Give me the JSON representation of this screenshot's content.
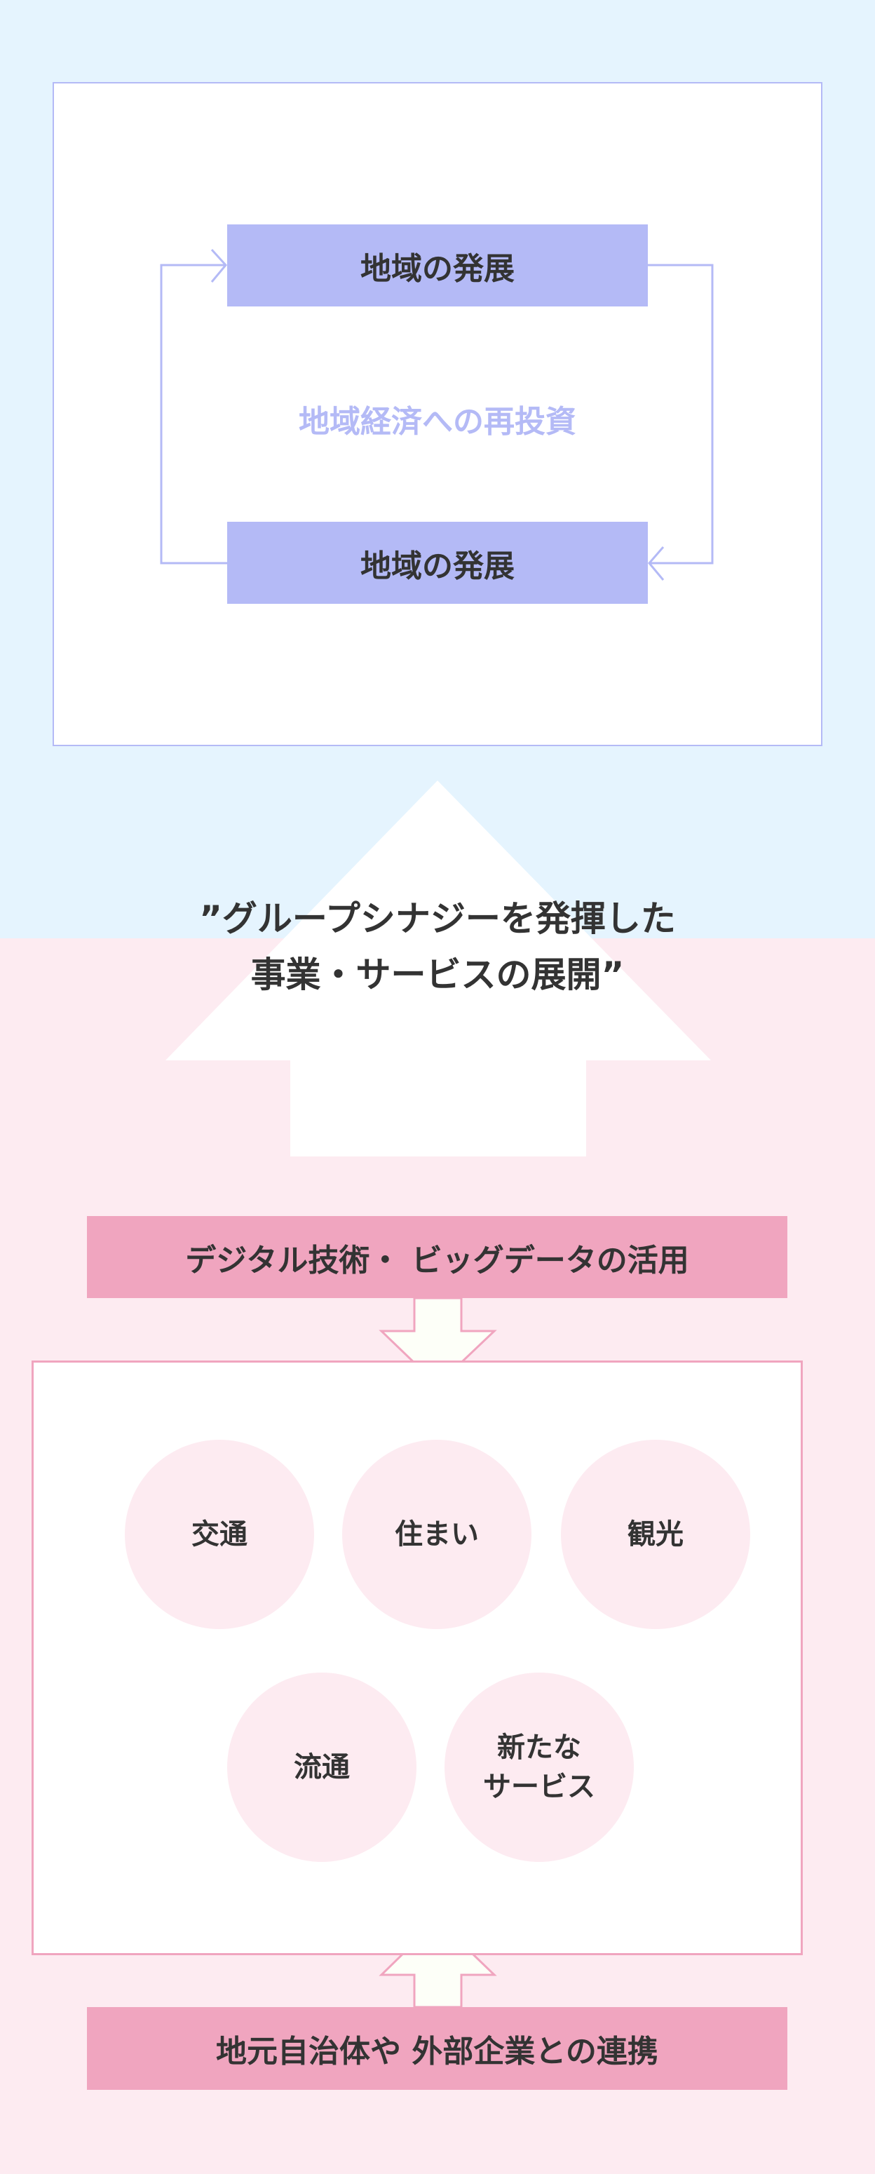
{
  "top_cycle": {
    "box_top": "地域の発展",
    "center_label": "地域経済への再投資",
    "box_bottom": "地域の発展"
  },
  "headline": {
    "line1": "”グループシナジーを発揮した",
    "line2": "事業・サービスの展開”"
  },
  "digital_box": "デジタル技術・ ビッグデータの活用",
  "areas": [
    {
      "label": "交通"
    },
    {
      "label": "住まい"
    },
    {
      "label": "観光"
    },
    {
      "label": "流通"
    },
    {
      "line1": "新たな",
      "line2": "サービス"
    }
  ],
  "partner_box": "地元自治体や 外部企業との連携",
  "colors": {
    "lavender": "#b4baf6",
    "pink": "#f0a5bf",
    "light_blue_bg": "#e5f4fe",
    "light_pink_bg": "#fdebf1"
  }
}
